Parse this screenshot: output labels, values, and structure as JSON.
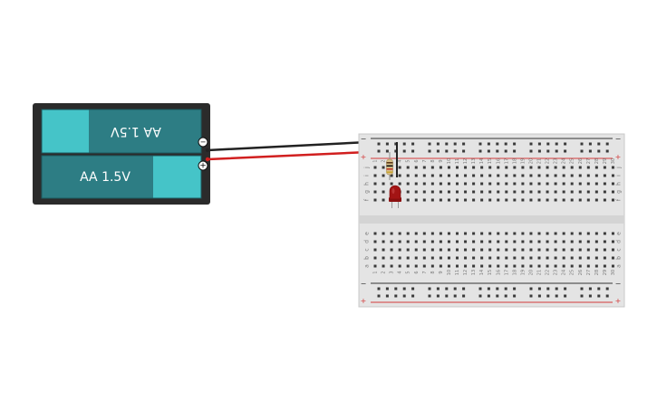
{
  "battery": {
    "cell_top_label": "AA 1.5V",
    "cell_bottom_label": "AA 1.5V",
    "minus_symbol": "−",
    "plus_symbol": "+"
  },
  "breadboard": {
    "columns": 30,
    "rail_minus": "−",
    "rail_plus": "+",
    "rows_top_group": [
      "j",
      "i",
      "h",
      "g",
      "f"
    ],
    "rows_bottom_group": [
      "e",
      "d",
      "c",
      "b",
      "a"
    ],
    "column_numbers": [
      "1",
      "2",
      "3",
      "4",
      "5",
      "6",
      "7",
      "8",
      "9",
      "10",
      "11",
      "12",
      "13",
      "14",
      "15",
      "16",
      "17",
      "18",
      "19",
      "20",
      "21",
      "22",
      "23",
      "24",
      "25",
      "26",
      "27",
      "28",
      "29",
      "30"
    ]
  },
  "colors": {
    "battery_case": "#2b2b2b",
    "cell_body": "#2d7d84",
    "cell_cap": "#45c4c8",
    "wire_black": "#222222",
    "wire_red": "#d11f1f",
    "breadboard": "#e4e4e4",
    "rail_red": "#d33a3a",
    "rail_black": "#333333",
    "led_red": "#a31414"
  },
  "components": {
    "resistor": "resistor-icon",
    "led": "led-icon"
  }
}
